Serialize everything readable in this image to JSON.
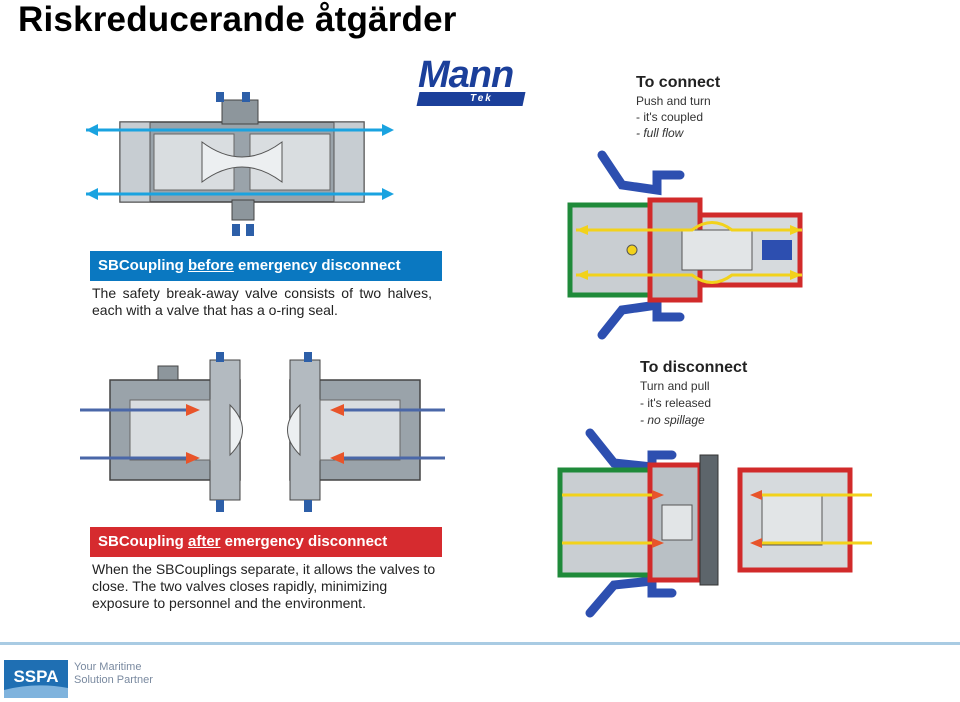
{
  "slide": {
    "title": "Riskreducerande åtgärder"
  },
  "logo": {
    "word": "Mann",
    "sub": "Tek"
  },
  "before": {
    "banner_prefix": "SBCoupling ",
    "banner_keyword": "before",
    "banner_suffix": " emergency disconnect",
    "description": "The safety break-away valve consists of two halves, each with a valve that has a o-ring seal."
  },
  "after": {
    "banner_prefix": "SBCoupling ",
    "banner_keyword": "after",
    "banner_suffix": " emergency disconnect",
    "description": "When the SBCouplings separate, it allows the valves to close. The two valves closes rapidly, minimizing exposure to personnel and the environment."
  },
  "connect": {
    "title": "To connect",
    "line1": "Push and turn",
    "line2": "- it's coupled",
    "line3": "- full flow"
  },
  "disconnect": {
    "title": "To disconnect",
    "line1": "Turn and pull",
    "line2": "- it's released",
    "line3": "- no spillage"
  },
  "footer": {
    "brand": "SSPA",
    "tagline_1": "Your Maritime",
    "tagline_2": "Solution Partner"
  },
  "colors": {
    "blue_banner": "#0a78c1",
    "red_banner": "#d62b2f",
    "logo_blue": "#1b3f9a",
    "flow_blue": "#1aa3e0",
    "flow_yellow": "#f2d21b",
    "flow_red": "#e8542a"
  }
}
